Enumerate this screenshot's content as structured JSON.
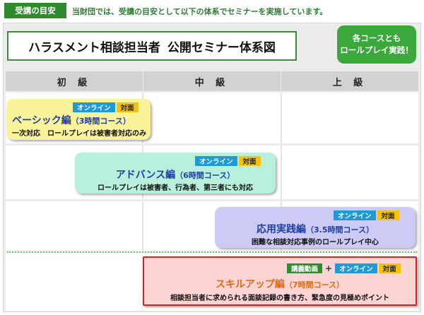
{
  "header": {
    "guide_tag": "受講の目安",
    "guide_desc": "当財団では、受講の目安として以下の体系でセミナーを実施しています。"
  },
  "title": {
    "part1": "ハラスメント相談担当者",
    "part2": "公開セミナー体系図"
  },
  "badge": {
    "line1": "各コースとも",
    "line2": "ロールプレイ実践！"
  },
  "levels": [
    "初 級",
    "中 級",
    "上 級"
  ],
  "tag_labels": {
    "online": "オンライン",
    "face": "対面",
    "video": "講義動画",
    "plus": "+"
  },
  "courses": {
    "basic": {
      "name": "ベーシック編",
      "duration": "（3時間コース）",
      "desc": "一次対応　ロールプレイは被害者対応のみ"
    },
    "advanced": {
      "name": "アドバンス編",
      "duration": "（6時間コース）",
      "desc": "ロールプレイは被害者、行為者、第三者にも対応"
    },
    "applied": {
      "name": "応用実践編",
      "duration": "（3.5時間コース）",
      "desc": "困難な相談対応事例のロールプレイ中心"
    },
    "skillup": {
      "name": "スキルアップ編",
      "duration": "（7時間コース）",
      "desc": "相談担当者に求められる面談記録の書き方、緊急度の見極めポイント"
    }
  },
  "colors": {
    "green": "#2e8b2e",
    "online": "#1e9bd7",
    "face": "#f6c10a",
    "skill_border": "#e02020"
  }
}
